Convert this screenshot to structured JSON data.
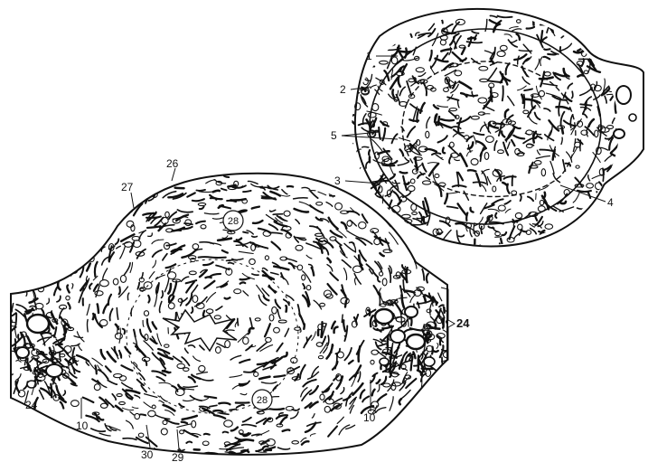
{
  "colors": {
    "ink": "#111111",
    "paper": "#ffffff"
  },
  "labels": {
    "l1": "1",
    "l2": "2",
    "l3": "3",
    "l4": "4",
    "l5": "5",
    "l10_left": "10",
    "l10_right": "10",
    "l24_left": "24",
    "l24_right": "24",
    "l26": "26",
    "l27": "27",
    "l28_top": "28",
    "l28_bottom": "28",
    "l29": "29",
    "l30": "30"
  }
}
